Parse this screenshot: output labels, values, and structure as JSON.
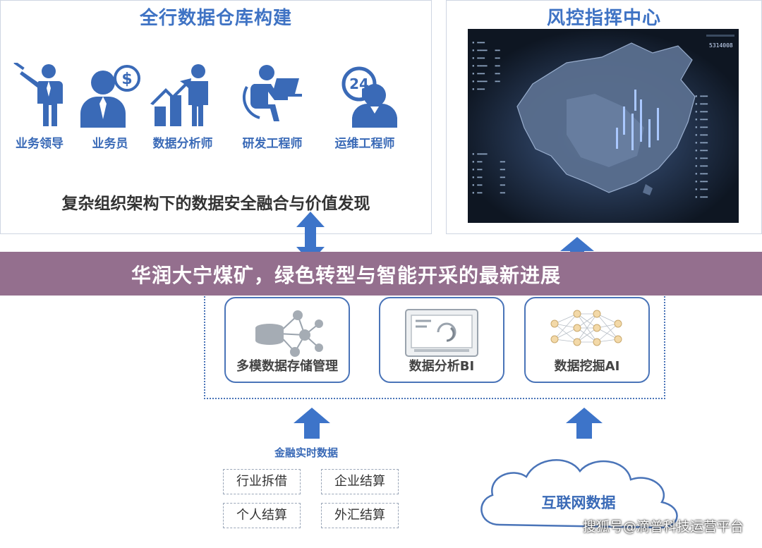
{
  "left_panel": {
    "title": "全行数据仓库构建",
    "roles": [
      {
        "label": "业务领导",
        "icon": "presenter-icon"
      },
      {
        "label": "业务员",
        "icon": "businessman-icon"
      },
      {
        "label": "数据分析师",
        "icon": "analyst-icon"
      },
      {
        "label": "研发工程师",
        "icon": "developer-icon"
      },
      {
        "label": "运维工程师",
        "icon": "support-24h-icon"
      }
    ],
    "caption": "复杂组织架构下的数据安全融合与价值发现"
  },
  "right_panel": {
    "title": "风控指挥中心",
    "screen_counter": "5314008"
  },
  "banner": {
    "text": "华润大宁煤矿，绿色转型与智能开采的最新进展"
  },
  "modules": [
    {
      "label": "多模数据存储管理",
      "icon": "database-network-icon"
    },
    {
      "label": "数据分析BI",
      "icon": "bi-dashboard-icon"
    },
    {
      "label": "数据挖掘AI",
      "icon": "neural-network-icon"
    }
  ],
  "financial_source": {
    "title": "金融实时数据",
    "items": [
      "行业拆借",
      "企业结算",
      "个人结算",
      "外汇结算"
    ]
  },
  "internet_source": {
    "label": "互联网数据"
  },
  "watermark": "搜狐号@滴普科技运营平台",
  "colors": {
    "accent": "#3f73c4",
    "banner": "#946f8e",
    "arrow": "#3d74c9",
    "screen": "#0e1622"
  }
}
